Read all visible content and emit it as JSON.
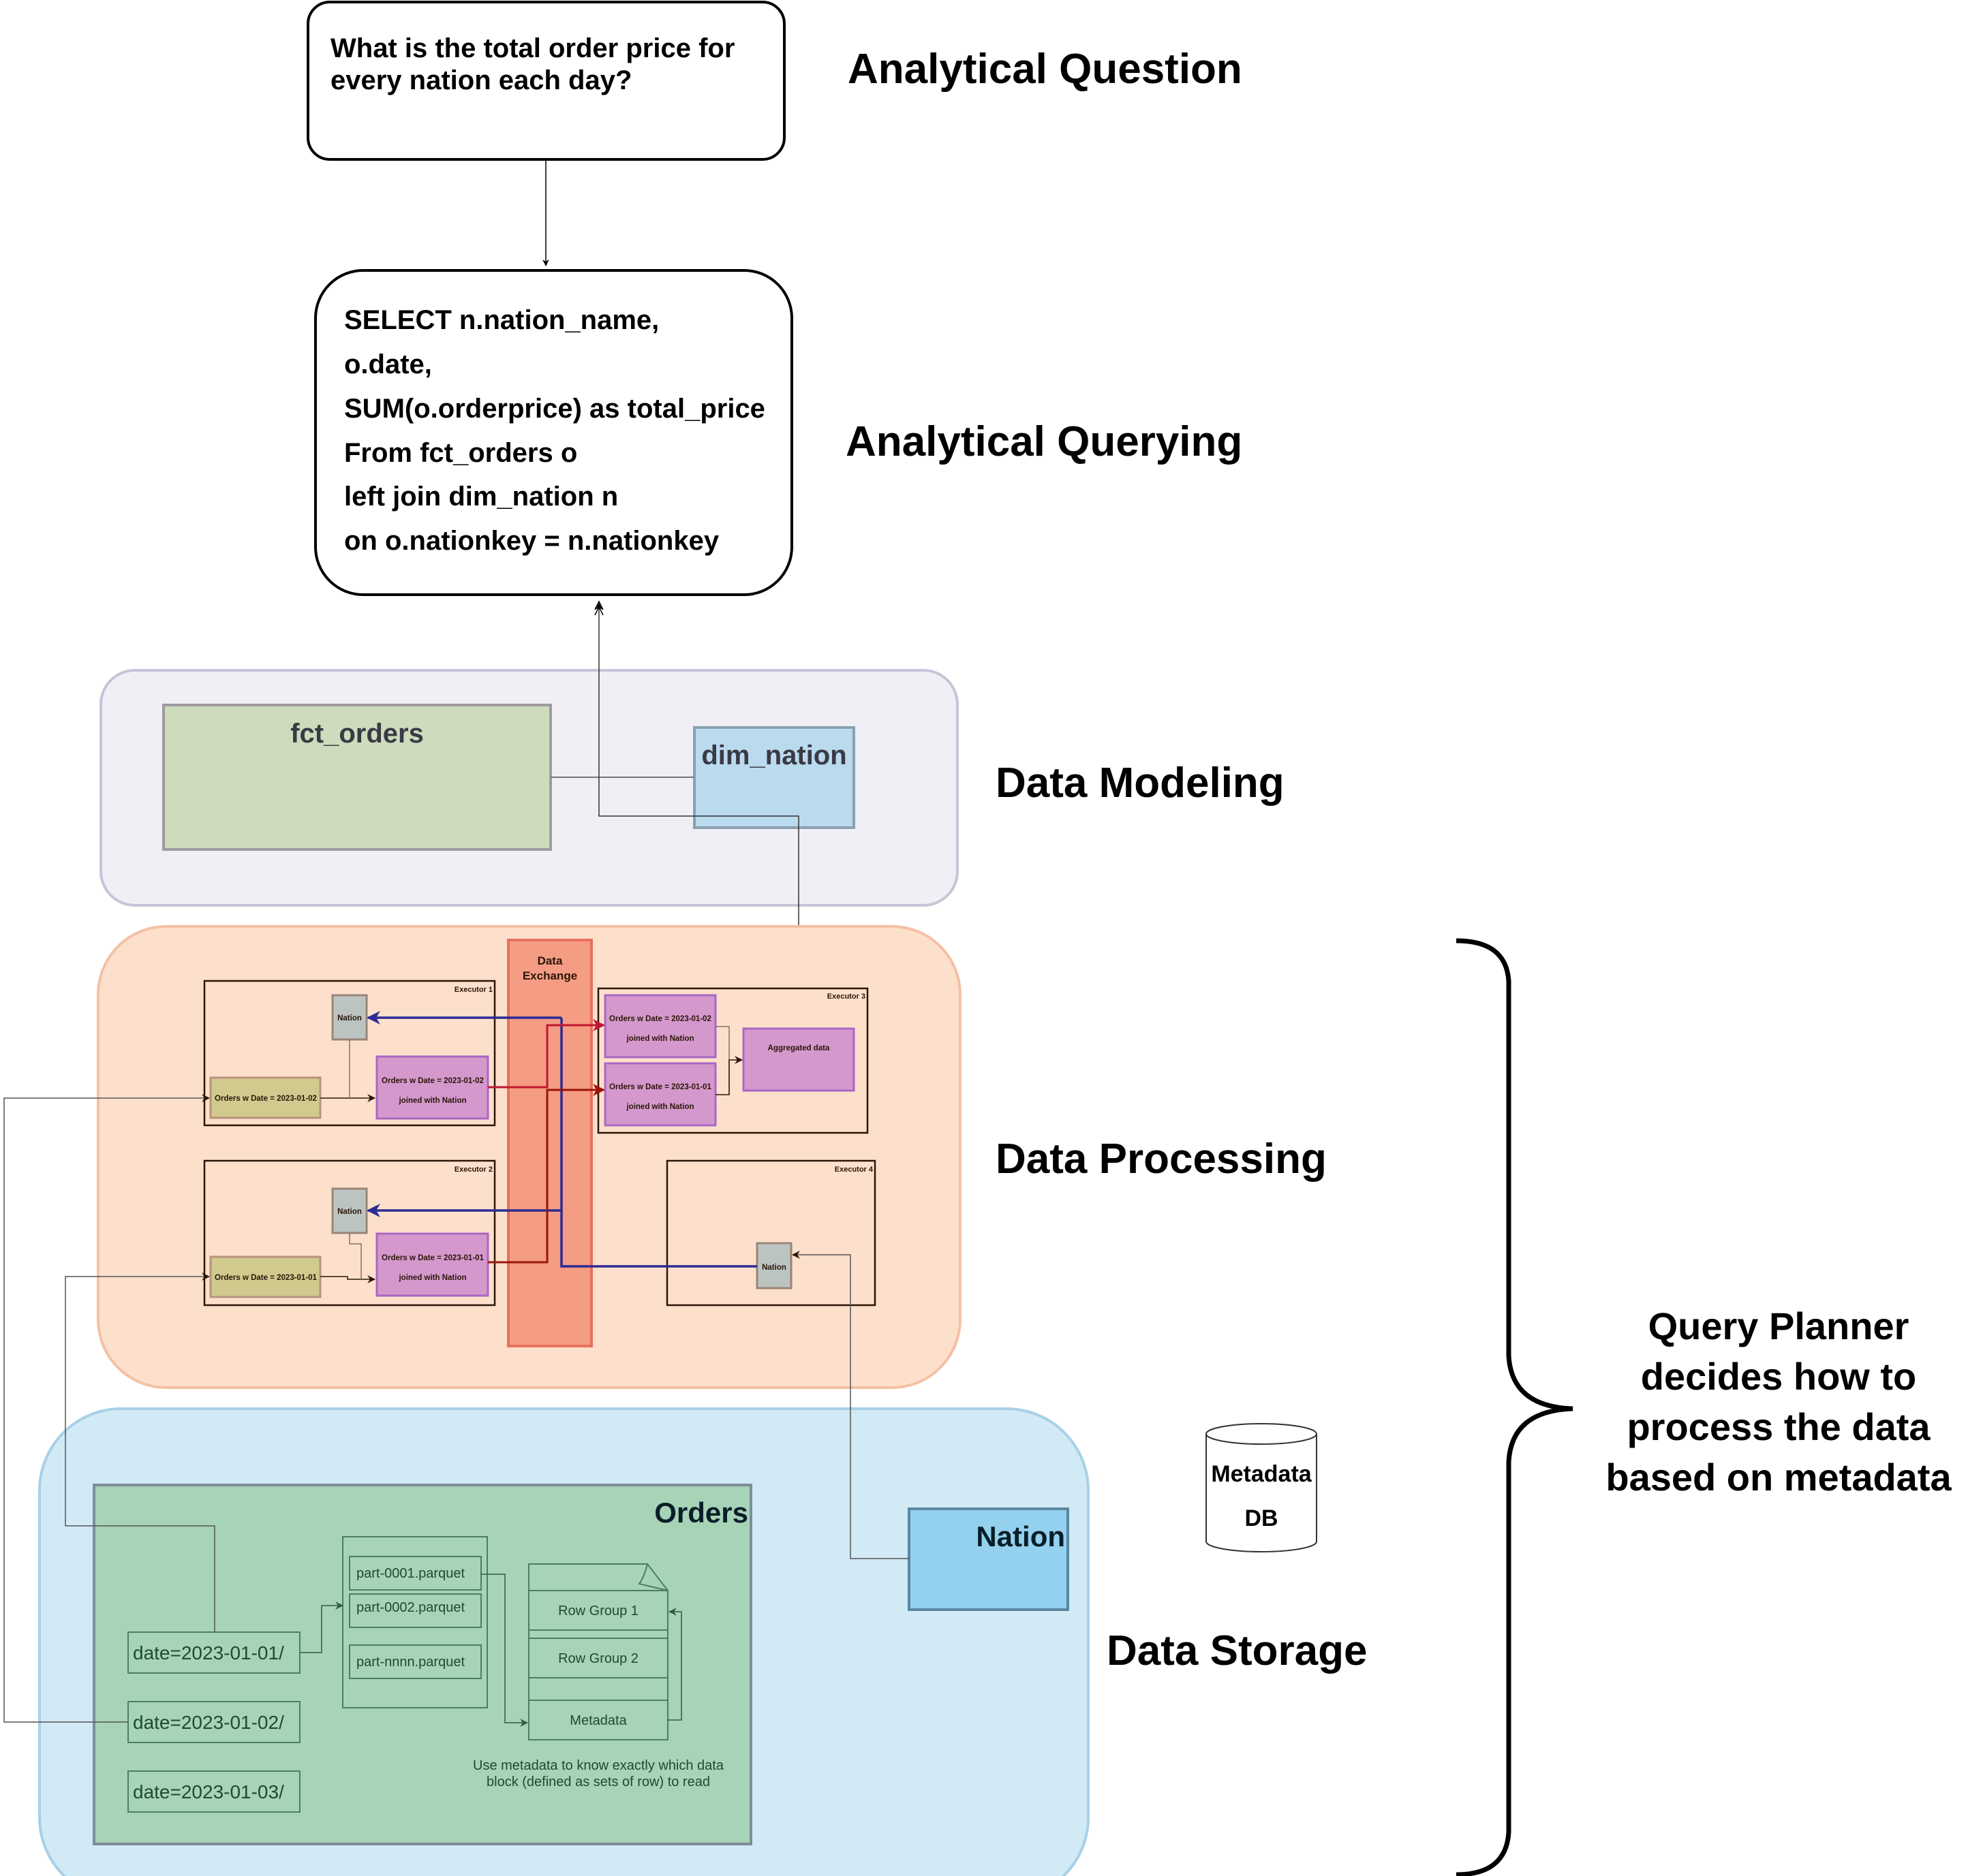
{
  "labels": {
    "analytical_question": "Analytical Question",
    "analytical_querying": "Analytical Querying",
    "data_modeling": "Data Modeling",
    "data_processing": "Data Processing",
    "data_storage": "Data Storage"
  },
  "question": {
    "lines": [
      "What is the total order price for",
      "every nation each day?"
    ]
  },
  "sql": {
    "lines": [
      "SELECT n.nation_name,",
      "o.date,",
      "SUM(o.orderprice) as total_price",
      "From fct_orders o",
      "left join dim_nation n",
      "on o.nationkey = n.nationkey"
    ]
  },
  "modeling": {
    "fact_table": "fct_orders",
    "dim_table": "dim_nation"
  },
  "processing": {
    "data_exchange": [
      "Data",
      "Exchange"
    ],
    "executors": [
      {
        "name": "Executor 1",
        "nation": "Nation",
        "orders": "Orders w Date = 2023-01-02",
        "joined": [
          "Orders w Date = 2023-01-02",
          "joined with Nation"
        ]
      },
      {
        "name": "Executor 2",
        "nation": "Nation",
        "orders": "Orders w Date = 2023-01-01",
        "joined": [
          "Orders w Date = 2023-01-01",
          "joined with Nation"
        ]
      },
      {
        "name": "Executor 3",
        "joined_a": [
          "Orders w Date = 2023-01-02",
          "joined with Nation"
        ],
        "joined_b": [
          "Orders w Date = 2023-01-01",
          "joined with Nation"
        ],
        "aggregated": "Aggregated data"
      },
      {
        "name": "Executor 4",
        "nation": "Nation"
      }
    ]
  },
  "storage": {
    "orders_title": "Orders",
    "partitions": [
      "date=2023-01-01/",
      "date=2023-01-02/",
      "date=2023-01-03/"
    ],
    "files": [
      "part-0001.parquet",
      "part-0002.parquet",
      "part-nnnn.parquet"
    ],
    "parquet_sections": [
      "Row Group 1",
      "Row Group 2",
      "Metadata"
    ],
    "note": [
      "Use metadata to know exactly which data",
      "block (defined as sets of row) to read"
    ],
    "nation_title": "Nation",
    "metadata_db": [
      "Metadata",
      "DB"
    ]
  },
  "planner": {
    "lines": [
      "Query Planner",
      "decides how to",
      "process the data",
      "based on metadata"
    ]
  },
  "colors": {
    "modeling_bg": "#f0eff5",
    "processing_bg": "#fde0cc",
    "storage_bg": "#d1eaf6",
    "fct_orders": "#ccdcbd",
    "dim_nation": "#badaee",
    "data_exchange": "#f49c84",
    "joined_box": "#d498cc",
    "orders_box": "#d1c98e",
    "nation_box": "#bcc4c2",
    "orders_storage": "#a7d3b7",
    "nation_storage": "#93d1ef",
    "shuffle_red": "#c01830",
    "broadcast_blue": "#2b2b94"
  }
}
